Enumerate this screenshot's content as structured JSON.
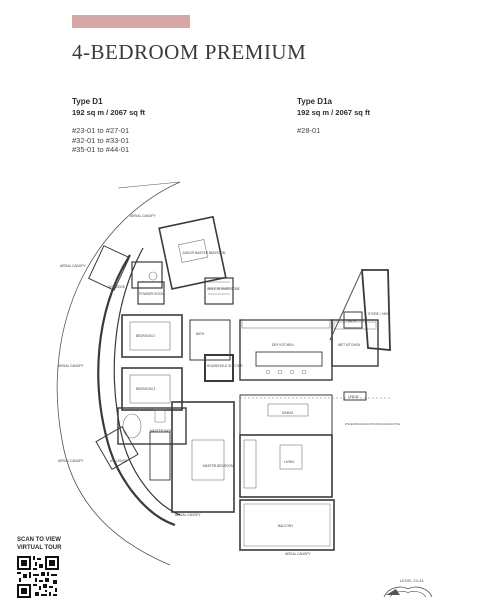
{
  "header": {
    "title": "4-BEDROOM PREMIUM"
  },
  "types": [
    {
      "name": "Type D1",
      "area": "192 sq m / 2067 sq ft",
      "units": [
        "#23-01 to #27-01",
        "#32-01 to #33-01",
        "#35-01 to #44-01"
      ]
    },
    {
      "name": "Type D1a",
      "area": "192 sq m / 2067 sq ft",
      "units": [
        "#28-01"
      ]
    }
  ],
  "plan_labels": {
    "aerial_canopy": "AERIAL CANOPY",
    "junior_master_bedroom": "JUNIOR MASTER BEDROOM",
    "bedroom_2": "BEDROOM 2",
    "bedroom_3": "BEDROOM 3",
    "master_bath": "MASTER BATH",
    "master_bedroom": "MASTER BEDROOM",
    "dry_kitchen": "DRY KITCHEN",
    "wet_kitchen": "WET KITCHEN",
    "dining": "DINING",
    "living": "LIVING",
    "balcony": "BALCONY",
    "ledge": "LEDGE",
    "ac_ledge": "A/C LEDGE",
    "bath": "BATH",
    "powder_room": "POWDER ROOM",
    "store_yard": "STORE / YARD",
    "household_shelter": "HOUSEHOLD SHELTER",
    "walk_in_wardrobe": "WALK-IN WARDROBE",
    "note": "DOTTED LINE DENOTES HIGH CEILING AREA FOR TYPE D1 (SHOWN) & HIGH CEILING AREA FOR TYPE D1a"
  },
  "footer": {
    "scan_line1": "SCAN TO VIEW",
    "scan_line2": "VIRTUAL TOUR",
    "keyplan_label": "LEVEL 23-44"
  },
  "colors": {
    "accent": "#d5a7a6",
    "wall": "#3a3a3a"
  }
}
